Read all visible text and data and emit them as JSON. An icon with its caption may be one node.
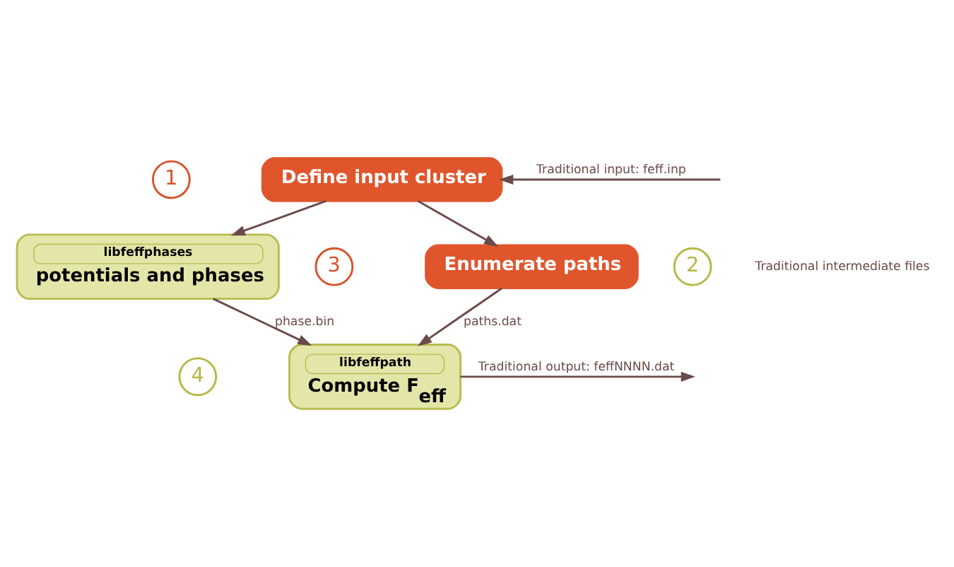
{
  "diagram": {
    "nodes": [
      {
        "text": [
          "Define input cluster"
        ]
      },
      {
        "text": [
          "1"
        ]
      },
      {
        "text": [
          "libfeffphases",
          "potentials and phases"
        ]
      },
      {
        "text": [
          "2"
        ]
      },
      {
        "text": [
          "Enumerate paths"
        ]
      },
      {
        "text": [
          "3"
        ]
      },
      {
        "text": [
          "libfeffpath",
          "Compute F$_{eff}$"
        ]
      },
      {
        "text": [
          "4"
        ]
      }
    ],
    "edges": [
      {
        "from": null,
        "to": 0,
        "arrow": "to",
        "label": "Traditional input: feff.inp"
      },
      {
        "from": 0,
        "to": 2,
        "arrow": "to"
      },
      {
        "from": 0,
        "to": 4,
        "arrow": "to"
      },
      {
        "from": 2,
        "to": 6,
        "arrow": "to",
        "label": "phase.bin"
      },
      {
        "from": 4,
        "to": 6,
        "arrow": "to",
        "label": "paths.dat"
      },
      {
        "from": 6,
        "to": null,
        "arrow": "to",
        "label": "Traditional output: feffNNNN.dat"
      }
    ],
    "labels": [
      "Traditional intermediate files"
    ]
  }
}
